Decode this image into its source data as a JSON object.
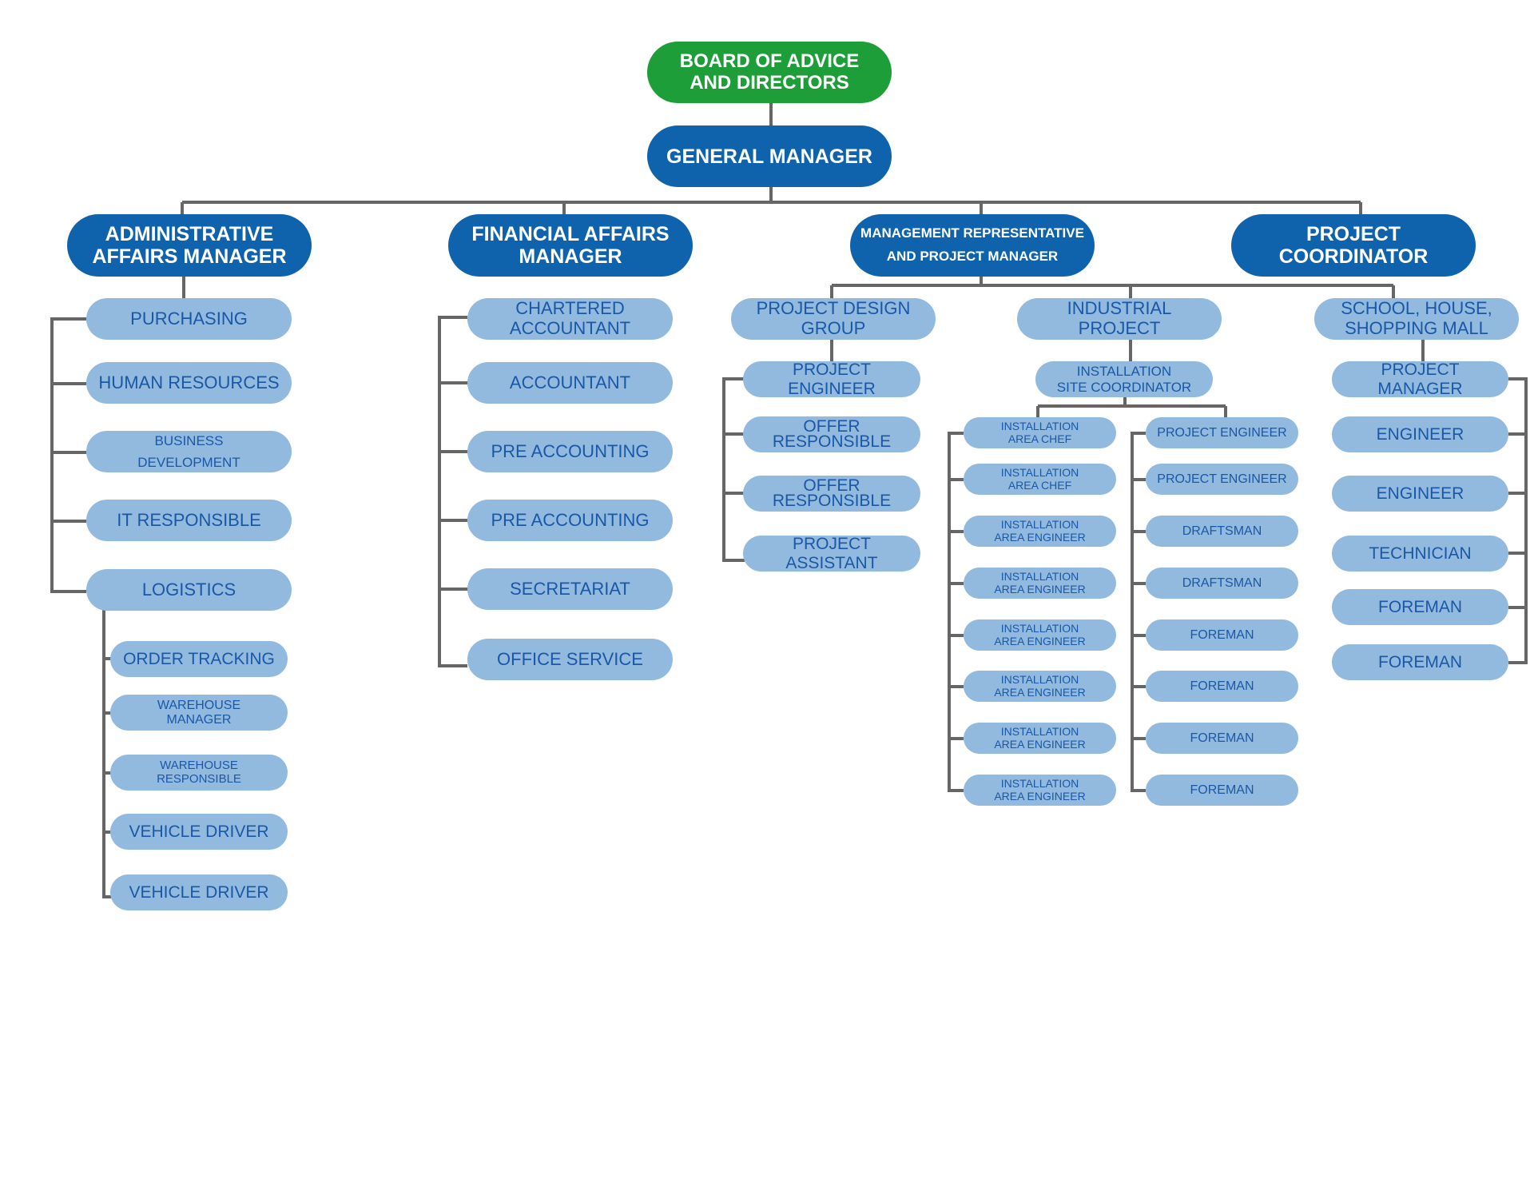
{
  "board": "BOARD OF ADVICE\nAND DIRECTORS",
  "gm": "GENERAL MANAGER",
  "admin": {
    "title": "ADMINISTRATIVE\nAFFAIRS MANAGER",
    "items": [
      "PURCHASING",
      "HUMAN RESOURCES",
      "BUSINESS\nDEVELOPMENT",
      "IT RESPONSIBLE",
      "LOGISTICS"
    ],
    "logistics": [
      "ORDER TRACKING",
      "WAREHOUSE\nMANAGER",
      "WAREHOUSE\nRESPONSIBLE",
      "VEHICLE DRIVER",
      "VEHICLE DRIVER"
    ]
  },
  "finance": {
    "title": "FINANCIAL AFFAIRS\nMANAGER",
    "items": [
      "CHARTERED\nACCOUNTANT",
      "ACCOUNTANT",
      "PRE ACCOUNTING",
      "PRE ACCOUNTING",
      "SECRETARIAT",
      "OFFICE SERVICE"
    ]
  },
  "mgmt": {
    "title": "MANAGEMENT REPRESENTATIVE\nAND PROJECT MANAGER",
    "design": {
      "title": "PROJECT DESIGN\nGROUP",
      "items": [
        "PROJECT ENGINEER",
        "OFFER\nRESPONSIBLE",
        "OFFER\nRESPONSIBLE",
        "PROJECT ASSISTANT"
      ]
    },
    "industrial": {
      "title": "INDUSTRIAL\nPROJECT",
      "site": "INSTALLATION\nSITE COORDINATOR",
      "left": [
        "INSTALLATION\nAREA CHEF",
        "INSTALLATION\nAREA CHEF",
        "INSTALLATION\nAREA ENGINEER",
        "INSTALLATION\nAREA ENGINEER",
        "INSTALLATION\nAREA ENGINEER",
        "INSTALLATION\nAREA ENGINEER",
        "INSTALLATION\nAREA ENGINEER",
        "INSTALLATION\nAREA ENGINEER"
      ],
      "right": [
        "PROJECT ENGINEER",
        "PROJECT ENGINEER",
        "DRAFTSMAN",
        "DRAFTSMAN",
        "FOREMAN",
        "FOREMAN",
        "FOREMAN",
        "FOREMAN"
      ]
    },
    "school": {
      "title": "SCHOOL, HOUSE,\nSHOPPING MALL",
      "items": [
        "PROJECT MANAGER",
        "ENGINEER",
        "ENGINEER",
        "TECHNICIAN",
        "FOREMAN",
        "FOREMAN"
      ]
    }
  },
  "coord": "PROJECT\nCOORDINATOR",
  "colors": {
    "green": "#1e9e38",
    "dark_blue": "#0f63ad",
    "light_blue": "#92badf",
    "line": "#666666"
  }
}
